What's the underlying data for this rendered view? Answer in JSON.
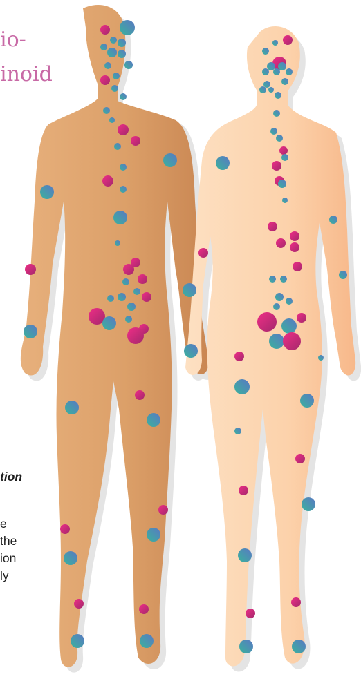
{
  "title_fragments": [
    "io-",
    "inoid"
  ],
  "body_fragments": [
    "tion",
    "e",
    "the",
    "ion",
    "ly"
  ],
  "colors": {
    "title": "#c86aa6",
    "skin_male_light": "#e0a673",
    "skin_male_dark": "#cc8a55",
    "skin_female_light": "#fcd7b4",
    "skin_female_dark": "#f8bd8e",
    "shadow": "#e2e2e2",
    "dot_pink": "#e0257a",
    "dot_magenta": "#b02a70",
    "dot_teal": "#3fa0b0",
    "dot_blue": "#5a7ec0",
    "body_text": "#1e1e1e"
  },
  "figures": [
    {
      "name": "male-figure",
      "fill": "male"
    },
    {
      "name": "female-figure",
      "fill": "female"
    }
  ]
}
